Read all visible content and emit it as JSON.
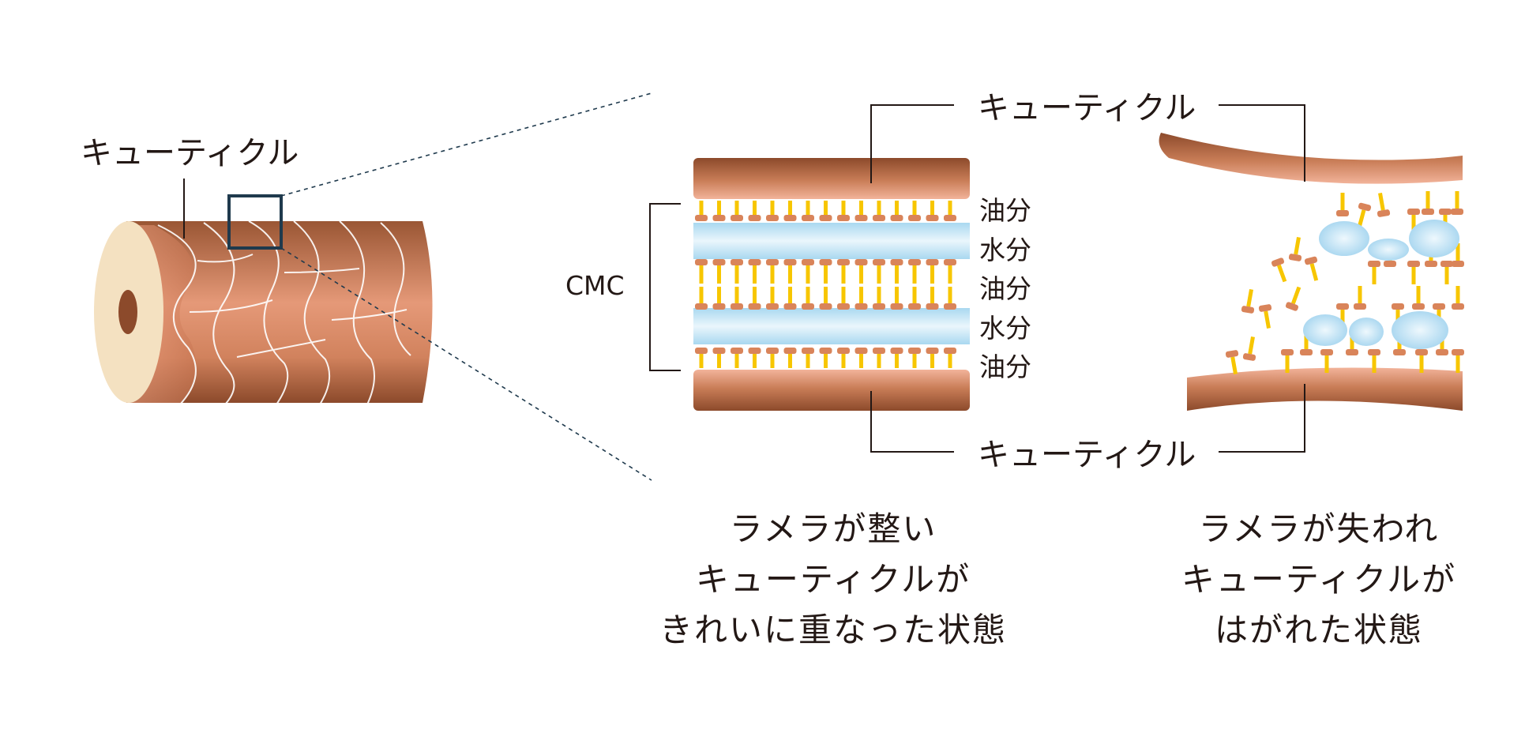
{
  "hair_label": "キューティクル",
  "cuticle_label_top": "キューティクル",
  "cuticle_label_bottom": "キューティクル",
  "cmc_label": "CMC",
  "layers": [
    "油分",
    "水分",
    "油分",
    "水分",
    "油分"
  ],
  "caption_left": [
    "ラメラが整い",
    "キューティクルが",
    "きれいに重なった状態"
  ],
  "caption_right": [
    "ラメラが失われ",
    "キューティクルが",
    "はがれた状態"
  ],
  "colors": {
    "cuticle_dark": "#8c4a2b",
    "cuticle_mid": "#c97d57",
    "cuticle_light": "#f2b39a",
    "hair_end": "#f4e1c1",
    "water_blue": "#a9d8f0",
    "lipid_yellow": "#f7c600",
    "lipid_head": "#d9845a",
    "frame_navy": "#1f3a4d",
    "line": "#231815"
  }
}
